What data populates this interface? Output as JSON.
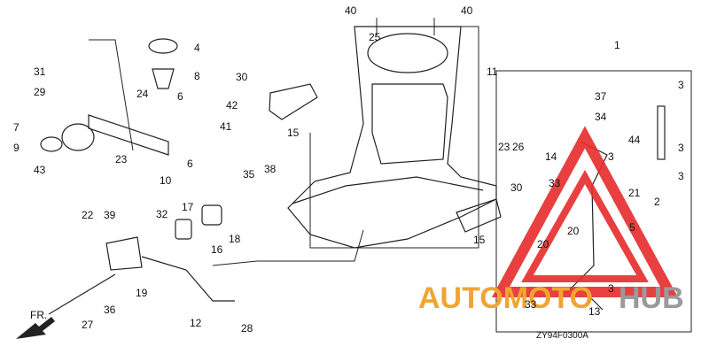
{
  "diagram": {
    "code": "ZY94F0300A",
    "fr_label": "FR.",
    "callouts": [
      "1",
      "2",
      "3",
      "3",
      "3",
      "3",
      "3",
      "4",
      "5",
      "6",
      "6",
      "7",
      "8",
      "9",
      "10",
      "11",
      "12",
      "13",
      "14",
      "15",
      "15",
      "16",
      "17",
      "18",
      "19",
      "20",
      "20",
      "21",
      "22",
      "23",
      "23",
      "24",
      "25",
      "26",
      "27",
      "28",
      "29",
      "30",
      "30",
      "31",
      "32",
      "33",
      "33",
      "34",
      "35",
      "36",
      "37",
      "38",
      "39",
      "40",
      "40",
      "41",
      "42",
      "43",
      "44"
    ]
  },
  "watermark": {
    "text_orange": "AUTOMOTO",
    "text_gray": "HUB",
    "color_red": "#e52b2b",
    "color_orange": "#f2a431",
    "color_gray": "#9a9a9a"
  }
}
